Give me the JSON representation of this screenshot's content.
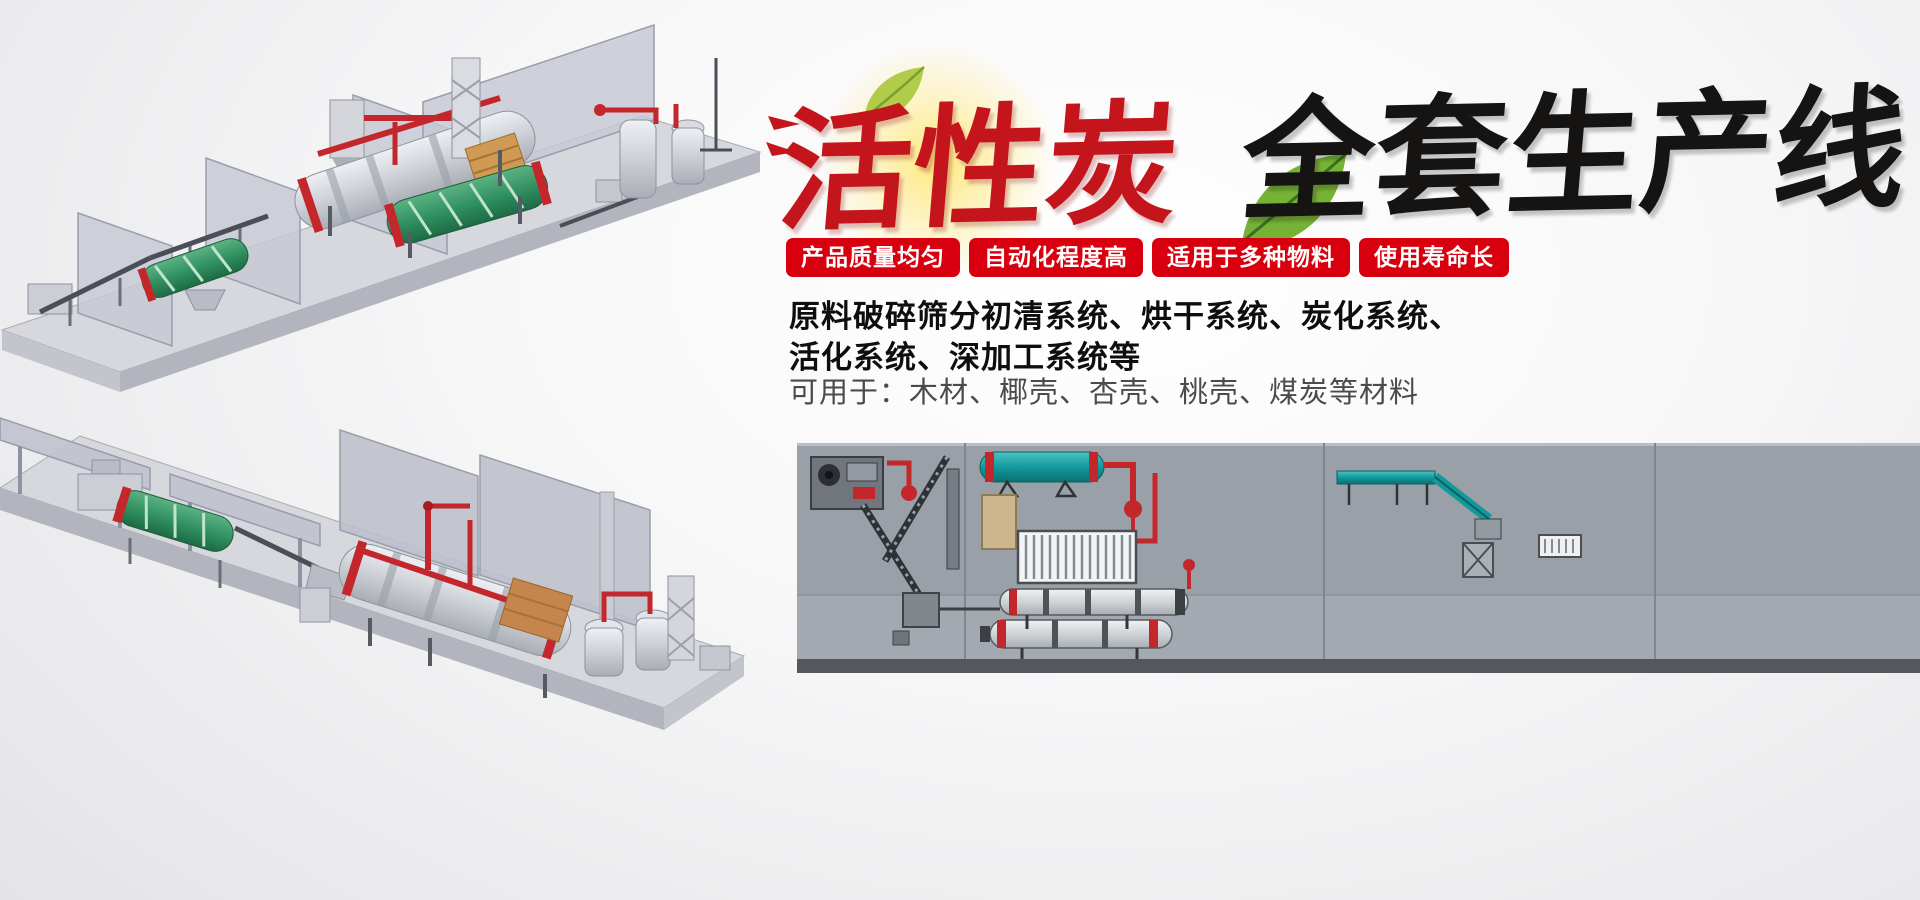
{
  "title": {
    "highlight": "活性炭",
    "rest": "全套生产线"
  },
  "badges": [
    {
      "label": "产品质量均匀"
    },
    {
      "label": "自动化程度高"
    },
    {
      "label": "适用于多种物料"
    },
    {
      "label": "使用寿命长"
    }
  ],
  "description": {
    "bold_line1": "原料破碎筛分初清系统、烘干系统、炭化系统、",
    "bold_line2": "活化系统、深加工系统等",
    "materials_line": "可用于：木材、椰壳、杏壳、桃壳、煤炭等材料"
  },
  "colors": {
    "badge_red": "#d8000f",
    "title_red": "#c4151c",
    "title_black": "#161412",
    "pipe_red": "#c4272b",
    "machine_teal": "#12999b",
    "drum_green": "#2f8f5f",
    "panel_gray": "#99a0a7"
  },
  "illustrations": {
    "top_render": "isometric-3d-activated-carbon-line-view-1",
    "bottom_render": "isometric-3d-activated-carbon-line-view-2",
    "schematic_panel": "plant-layout-schematic"
  }
}
